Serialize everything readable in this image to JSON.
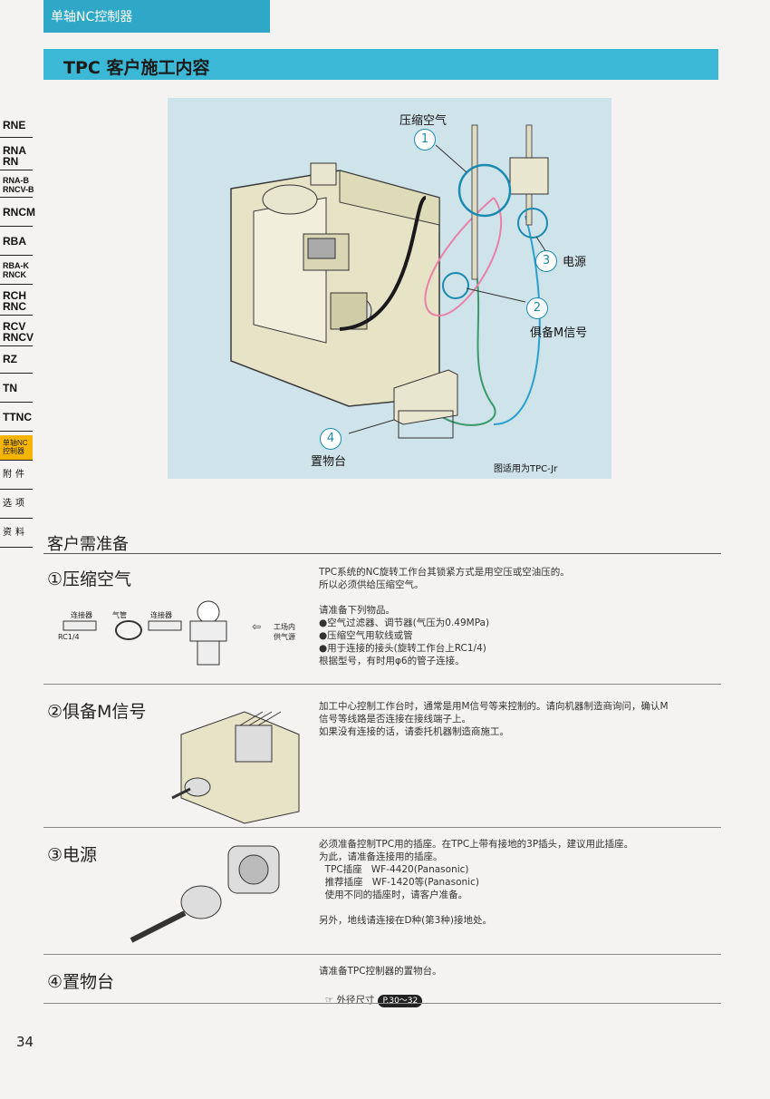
{
  "header": {
    "tab_label": "单轴NC控制器",
    "title": "TPC 客户施工内容"
  },
  "side_nav": [
    {
      "label": "RNE"
    },
    {
      "label": "RNA\nRN"
    },
    {
      "label": "RNA-B\nRNCV-B"
    },
    {
      "label": "RNCM"
    },
    {
      "label": "RBA"
    },
    {
      "label": "RBA-K\nRNCK"
    },
    {
      "label": "RCH\nRNC"
    },
    {
      "label": "RCV\nRNCV"
    },
    {
      "label": "RZ"
    },
    {
      "label": "TN"
    },
    {
      "label": "TTNC"
    },
    {
      "label": "单轴NC\n控制器"
    },
    {
      "label": "附件"
    },
    {
      "label": "选项"
    },
    {
      "label": "资料"
    }
  ],
  "figure": {
    "label_air": "压缩空气",
    "label_power": "电源",
    "label_signal": "俱备M信号",
    "label_stand": "置物台",
    "caption": "图适用为TPC-Jr",
    "num1": "1",
    "num2": "2",
    "num3": "3",
    "num4": "4"
  },
  "prep_title": "客户需准备",
  "sections": {
    "air": {
      "title": "①压缩空气",
      "body1": "TPC系统的NC旋转工作台其锁紧方式是用空压或空油压的。\n所以必须供给压缩空气。",
      "body2": "请准备下列物品。\n●空气过滤器、调节器(气压为0.49MPa)\n●压缩空气用软线或管\n●用于连接的接头(旋转工作台上RC1/4)\n根据型号，有时用φ6的管子连接。",
      "lbl_connector1": "连接器",
      "lbl_hose": "气管",
      "lbl_connector2": "连接器",
      "lbl_rc": "RC1/4",
      "lbl_supply": "工场内\n供气源"
    },
    "signal": {
      "title": "②俱备M信号",
      "body": "加工中心控制工作台时，通常是用M信号等来控制的。请向机器制造商询问，确认M\n信号等线路是否连接在接线端子上。\n如果没有连接的话，请委托机器制造商施工。"
    },
    "power": {
      "title": "③电源",
      "body": "必须准备控制TPC用的插座。在TPC上带有接地的3P插头，建议用此插座。\n为此，请准备连接用的插座。\n  TPC插座   WF-4420(Panasonic)\n  推荐插座   WF-1420等(Panasonic)\n  使用不同的插座时，请客户准备。\n\n另外，地线请连接在D种(第3种)接地处。"
    },
    "stand": {
      "title": "④置物台",
      "body": "请准备TPC控制器的置物台。",
      "ref_text": "外径尺寸",
      "ref_badge": "P.30～32"
    }
  },
  "page_number": "34"
}
